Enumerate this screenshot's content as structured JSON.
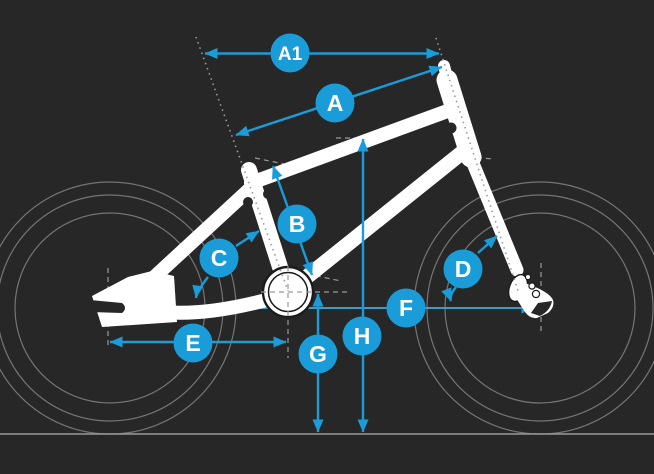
{
  "diagram": {
    "labels": {
      "a1": "A1",
      "a": "A",
      "b": "B",
      "c": "C",
      "d": "D",
      "e": "E",
      "f": "F",
      "g": "G",
      "h": "H"
    }
  },
  "colors": {
    "background": "#272727",
    "accent_blue": "#1a9cd9",
    "wheelbase_line_blue": "#3fadde",
    "frame_white": "#ffffff",
    "outline_dark": "#1b1b1b",
    "wheel_gray": "#757575",
    "ground_gray": "#999999",
    "reference_gray": "#9a9a9a",
    "badge_text": "#ffffff"
  }
}
